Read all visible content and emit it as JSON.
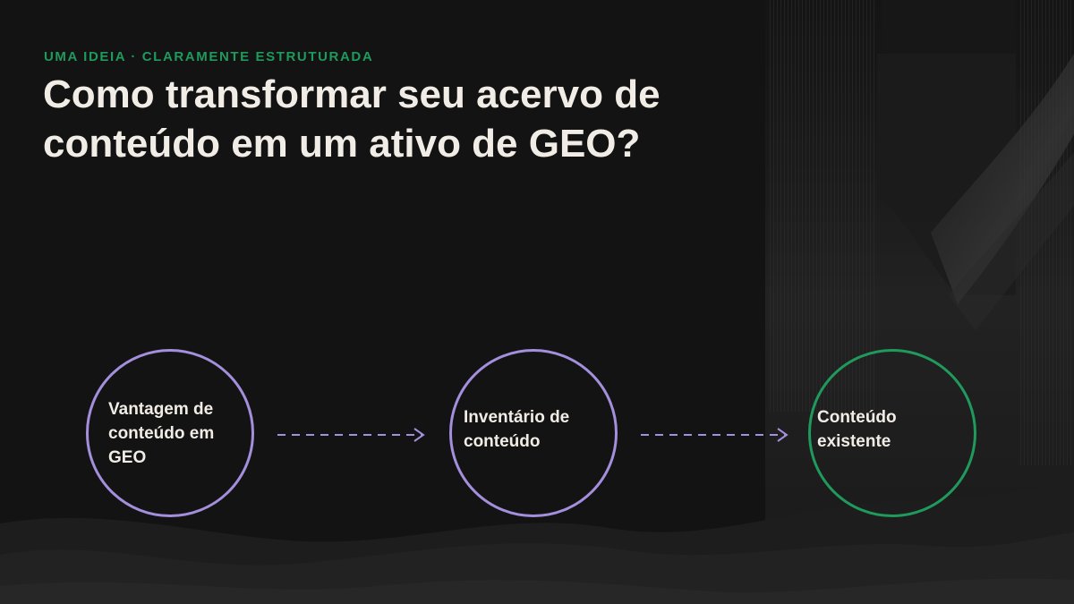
{
  "header": {
    "eyebrow": "UMA IDEIA · CLARAMENTE ESTRUTURADA",
    "title": "Como transformar seu acervo de conteúdo em um ativo de GEO?"
  },
  "diagram": {
    "nodes": [
      {
        "label": "Vantagem de\nconteúdo em\nGEO",
        "color": "#a48fdc"
      },
      {
        "label": "Inventário de\nconteúdo",
        "color": "#a48fdc"
      },
      {
        "label": "Conteúdo\nexistente",
        "color": "#1f9a5c"
      }
    ],
    "arrow_color": "#a48fdc",
    "arrow_style": "dashed"
  },
  "colors": {
    "background": "#131313",
    "accent_green": "#1f9a5c",
    "accent_purple": "#a48fdc",
    "text": "#f1ede6"
  }
}
